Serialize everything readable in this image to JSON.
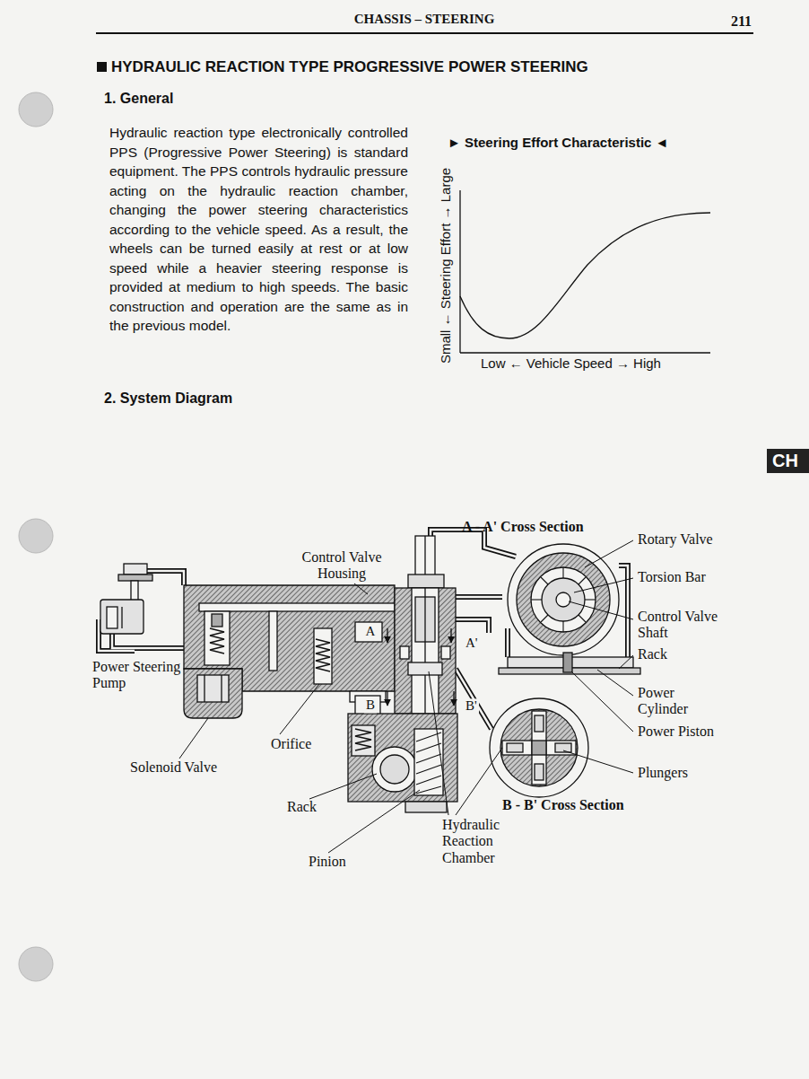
{
  "diagram": {
    "title": "HYDRAULIC REACTION TYPE PROGRESSIVE POWER STEERING",
    "nodes": [
      {
        "text": [
          "CH"
        ]
      }
    ],
    "labels": [
      "CHASSIS – STEERING",
      "211",
      "1. General",
      "Hydraulic reaction type electronically controlled PPS (Progressive Power Steering) is standard equipment. The PPS controls hydraulic pressure acting on the hydraulic reaction chamber, changing the power steering characteristics according to the vehicle speed. As a result, the wheels can be turned easily at rest or at low speed while a heavier steering response is provided at medium to high speeds. The basic construction and operation are the same as in the previous model.",
      "► Steering Effort Characteristic ◄",
      "Small ← Steering Effort → Large",
      "Low ← Vehicle Speed → High",
      "2. System Diagram",
      "A - A' Cross Section",
      "Rotary Valve",
      "Control Valve Housing",
      "Torsion Bar",
      "Control Valve Shaft",
      "A",
      "A'",
      "Power Steering Pump",
      "Rack",
      "Power Cylinder",
      "B",
      "B'",
      "Power Piston",
      "Orifice",
      "Solenoid Valve",
      "Plungers",
      "Rack",
      "B - B' Cross Section",
      "Hydraulic Reaction Chamber",
      "Pinion"
    ]
  }
}
